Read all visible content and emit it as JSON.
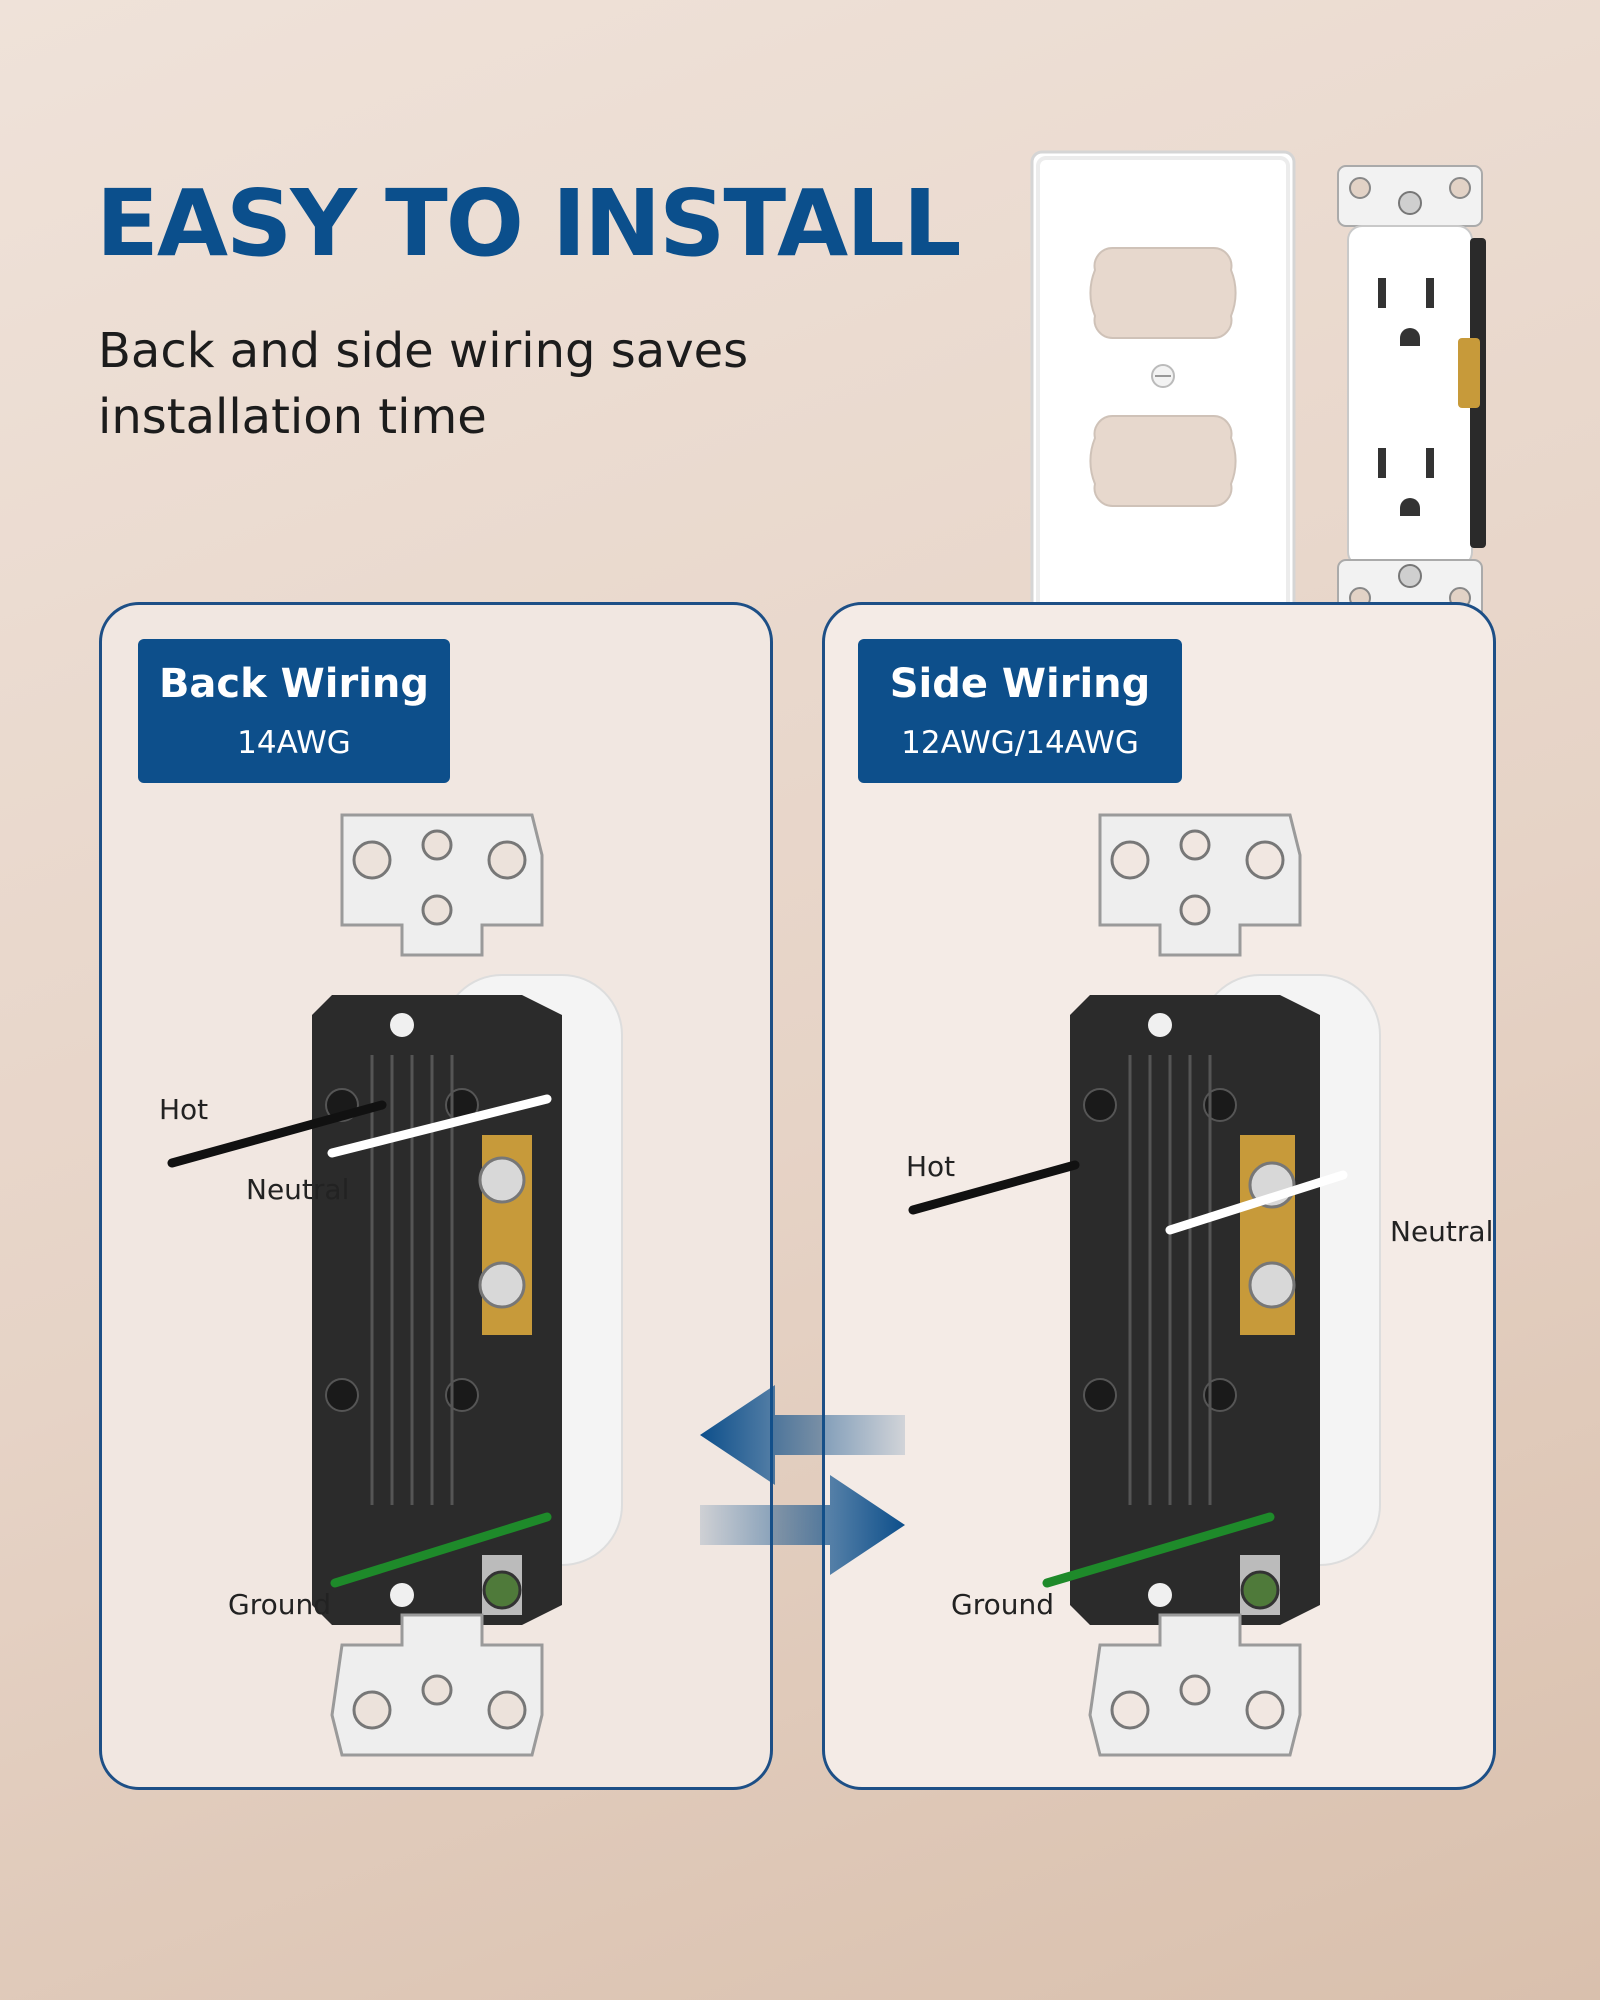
{
  "header": {
    "title": "EASY TO INSTALL",
    "subtitle": "Back and side wiring saves installation time"
  },
  "panels": [
    {
      "title": "Back Wiring",
      "spec": "14AWG",
      "labels": {
        "hot": "Hot",
        "neutral": "Neutral",
        "ground": "Ground"
      }
    },
    {
      "title": "Side Wiring",
      "spec": "12AWG/14AWG",
      "labels": {
        "hot": "Hot",
        "neutral": "Neutral",
        "ground": "Ground"
      }
    }
  ],
  "colors": {
    "brand_blue": "#0d4f8b",
    "hot_wire": "#111111",
    "neutral_wire": "#ffffff",
    "ground_wire": "#1e8a2a",
    "receptacle_body": "#2b2b2b",
    "brass": "#c79a3a"
  },
  "icons": [
    "swap-arrows-icon",
    "receptacle-illustration",
    "wall-plate-illustration"
  ]
}
